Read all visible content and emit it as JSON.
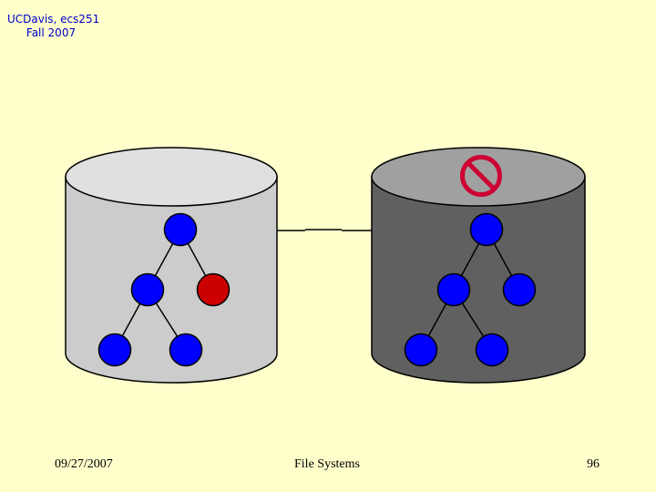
{
  "header": {
    "line1": "UCDavis, ecs251",
    "line2": "Fall 2007"
  },
  "footer": {
    "date": "09/27/2007",
    "title": "File Systems",
    "page": "96"
  },
  "colors": {
    "background": "#FFFFCC",
    "header_text": "#0000CC",
    "node_normal": "#0000FF",
    "node_modified": "#CC0000",
    "disk_left_body": "#CCCCCC",
    "disk_left_top": "#E0E0E0",
    "disk_right_body": "#606060",
    "disk_right_top": "#A0A0A0",
    "no_symbol": "#CC0033"
  },
  "diagram": {
    "disks": [
      {
        "id": "left",
        "state": "available",
        "nodes": [
          {
            "id": "root",
            "status": "normal"
          },
          {
            "id": "left-child",
            "status": "normal"
          },
          {
            "id": "right-child",
            "status": "modified"
          },
          {
            "id": "left-grandchild",
            "status": "normal"
          },
          {
            "id": "right-grandchild",
            "status": "normal"
          }
        ]
      },
      {
        "id": "right",
        "state": "unavailable",
        "overlay_icon": "no-entry-icon",
        "nodes": [
          {
            "id": "root",
            "status": "normal"
          },
          {
            "id": "left-child",
            "status": "normal"
          },
          {
            "id": "right-child",
            "status": "normal"
          },
          {
            "id": "left-grandchild",
            "status": "normal"
          },
          {
            "id": "right-grandchild",
            "status": "normal"
          }
        ]
      }
    ],
    "link": {
      "from": "left",
      "to": "right"
    }
  }
}
